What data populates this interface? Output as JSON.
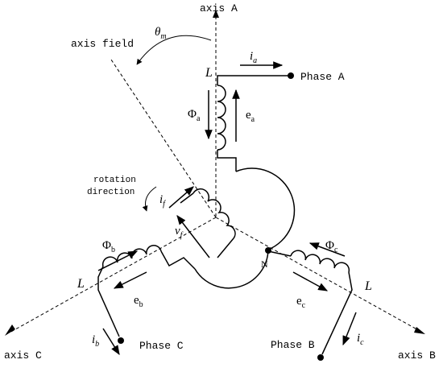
{
  "axes": {
    "a": "axis A",
    "b": "axis B",
    "c": "axis C",
    "field": "axis field"
  },
  "angle": {
    "symbol": "θ",
    "sub": "m"
  },
  "phases": {
    "a": "Phase A",
    "b": "Phase B",
    "c": "Phase C"
  },
  "neutral": "N",
  "rotation": {
    "line1": "rotation",
    "line2": "direction"
  },
  "inductance": "L",
  "currents": {
    "a": {
      "symbol": "i",
      "sub": "a"
    },
    "b": {
      "symbol": "i",
      "sub": "b"
    },
    "c": {
      "symbol": "i",
      "sub": "c"
    },
    "f": {
      "symbol": "i",
      "sub": "f"
    }
  },
  "fluxes": {
    "a": {
      "symbol": "Φ",
      "sub": "a"
    },
    "b": {
      "symbol": "Φ",
      "sub": "b"
    },
    "c": {
      "symbol": "Φ",
      "sub": "c"
    }
  },
  "emfs": {
    "a": {
      "symbol": "e",
      "sub": "a"
    },
    "b": {
      "symbol": "e",
      "sub": "b"
    },
    "c": {
      "symbol": "e",
      "sub": "c"
    }
  },
  "field_voltage": {
    "symbol": "v",
    "sub": "f"
  }
}
